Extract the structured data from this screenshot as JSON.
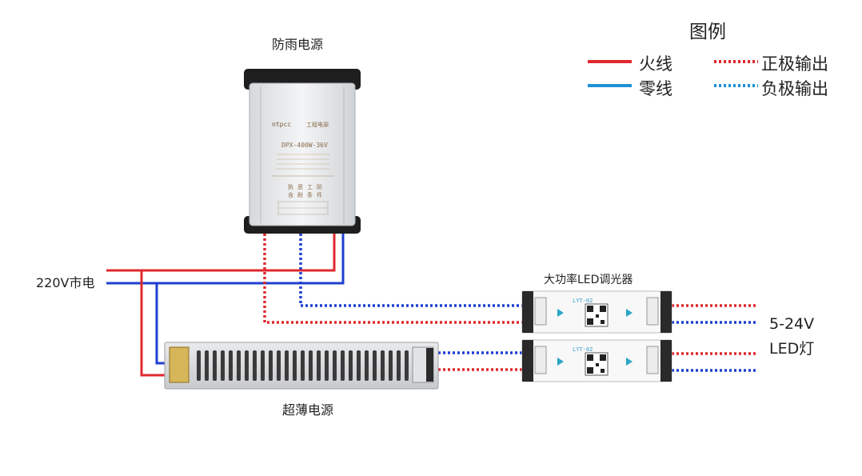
{
  "legend": {
    "title": "图例",
    "live": "火线",
    "neutral": "零线",
    "positive": "正极输出",
    "negative": "负极输出"
  },
  "labels": {
    "rainproof_psu": "防雨电源",
    "slim_psu": "超薄电源",
    "dimmer": "大功率LED调光器",
    "mains": "220V市电",
    "voltage": "5-24V",
    "led": "LED灯"
  },
  "rainproof_psu_plate": {
    "model": "DPX-400W-36V"
  },
  "dimmer_plate": {
    "model": "LYT-02"
  },
  "colors": {
    "live": "#e0282e",
    "neutral": "#1f3fd0",
    "positive": "#e0282e",
    "negative": "#1f3fd0",
    "legend_neutral": "#1e90d6",
    "legend_negative": "#1e90d6"
  }
}
